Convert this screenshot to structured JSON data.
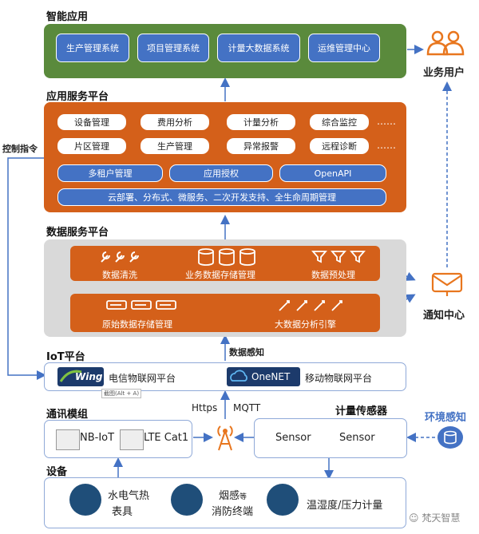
{
  "smart_app": {
    "title": "智能应用",
    "items": [
      "生产管理系统",
      "项目管理系统",
      "计量大数据系统",
      "运维管理中心"
    ]
  },
  "business_users": {
    "label": "业务用户"
  },
  "app_platform": {
    "title": "应用服务平台",
    "row1": [
      "设备管理",
      "费用分析",
      "计量分析",
      "综合监控",
      "……"
    ],
    "row2": [
      "片区管理",
      "生产管理",
      "异常报警",
      "远程诊断",
      "……"
    ],
    "row3": [
      "多租户管理",
      "应用授权",
      "OpenAPI"
    ],
    "row4": "云部署、分布式、微服务、二次开发支持、全生命周期管理"
  },
  "control_cmd": {
    "label": "控制指令"
  },
  "data_platform": {
    "title": "数据服务平台",
    "upper": [
      "数据清洗",
      "业务数据存储管理",
      "数据预处理"
    ],
    "lower": [
      "原始数据存储管理",
      "大数据分析引擎"
    ]
  },
  "notify": {
    "label": "通知中心"
  },
  "data_sense": {
    "label": "数据感知"
  },
  "iot": {
    "title": "IoT平台",
    "telecom_logo": "Wing",
    "telecom_label": "电信物联网平台",
    "tooltip": "截图(Alt + A)",
    "mobile_logo": "OneNET",
    "mobile_label": "移动物联网平台"
  },
  "comm": {
    "title": "通讯模组",
    "nb": "NB-IoT",
    "lte": "LTE Cat1"
  },
  "protocols": {
    "https": "Https",
    "mqtt": "MQTT"
  },
  "meter_sensor": {
    "title": "计量传感器",
    "s1": "Sensor",
    "s2": "Sensor"
  },
  "env": {
    "label": "环境感知"
  },
  "devices": {
    "title": "设备",
    "d1_line1": "水电气热",
    "d1_line2": "表具",
    "d2_line1a": "烟感",
    "d2_line1b": "等",
    "d2_line2": "消防终端",
    "d3": "温湿度/压力计量"
  },
  "watermark": {
    "label": "梵天智慧"
  },
  "colors": {
    "green": "#5a8a3c",
    "orange": "#d4601a",
    "blue": "#4472c4",
    "grey": "#d9d9d9"
  }
}
